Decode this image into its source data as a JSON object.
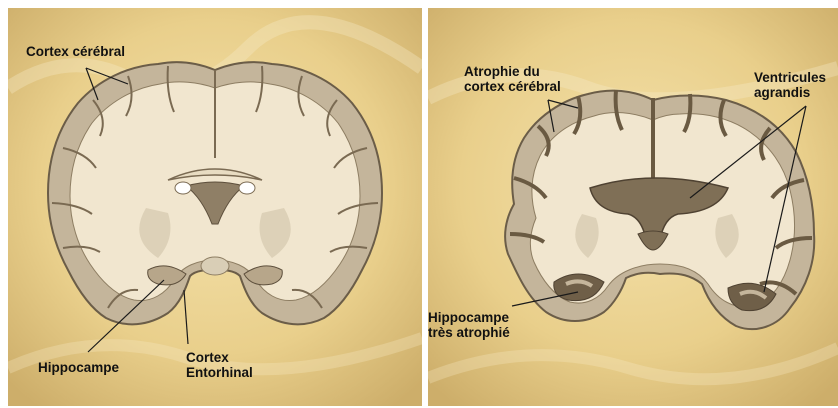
{
  "left_panel": {
    "labels": {
      "cortex": "Cortex cérébral",
      "hippocampus": "Hippocampe",
      "entorhinal": "Cortex\nEntorhinal"
    }
  },
  "right_panel": {
    "labels": {
      "atrophy": "Atrophie du\ncortex cérébral",
      "ventricles": "Ventricules\nagrandis",
      "hippocampus": "Hippocampe\ntrès atrophié"
    }
  }
}
